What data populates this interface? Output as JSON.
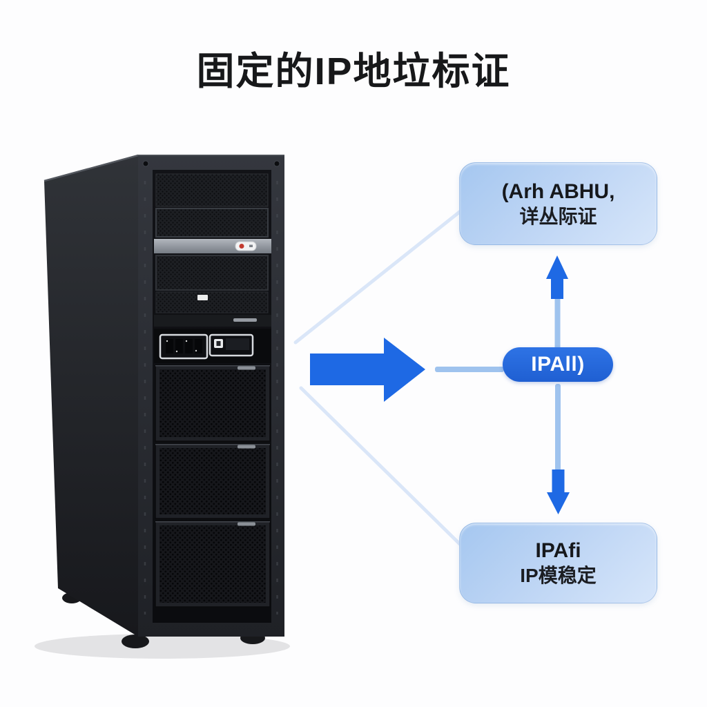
{
  "title": "固定的IP地垃标证",
  "callouts": {
    "top": {
      "line1": "(Arh ABHU,",
      "line2": "详丛际证"
    },
    "center": {
      "label": "IPAll)"
    },
    "bottom": {
      "line1": "IPAfi",
      "line2": "IP模稳定"
    }
  },
  "colors": {
    "arrow_blue": "#1e69e4",
    "connector_light": "#9fc3ee",
    "connector_faint": "#d3e2f7",
    "pill_blue": "#2467da",
    "callout_fill": "#b5d2f3",
    "title_color": "#17181a"
  },
  "illustration": {
    "subject": "black server rack tower"
  }
}
